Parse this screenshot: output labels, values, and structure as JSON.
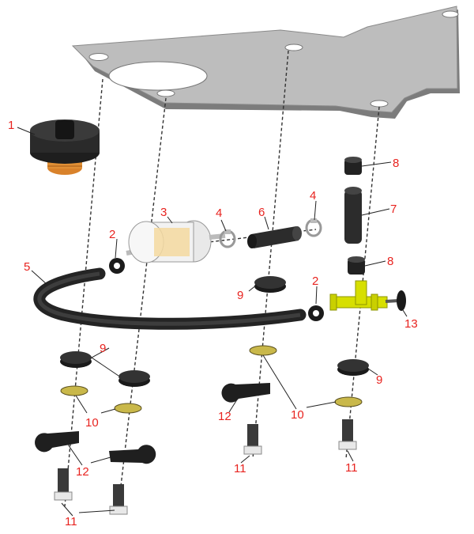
{
  "diagram": {
    "type": "exploded-parts-view",
    "callout_color": "#e8231f",
    "plate_color": "#b5b5b5",
    "hose_color": "#2b2b2b",
    "washer_color": "#c9b84a",
    "fitting_color": "#d8e000",
    "callouts": [
      "1",
      "2",
      "3",
      "4",
      "4",
      "5",
      "6",
      "7",
      "8",
      "8",
      "2",
      "9",
      "13",
      "9",
      "9",
      "9",
      "10",
      "10",
      "10",
      "12",
      "12",
      "11",
      "11",
      "11",
      "11"
    ]
  }
}
